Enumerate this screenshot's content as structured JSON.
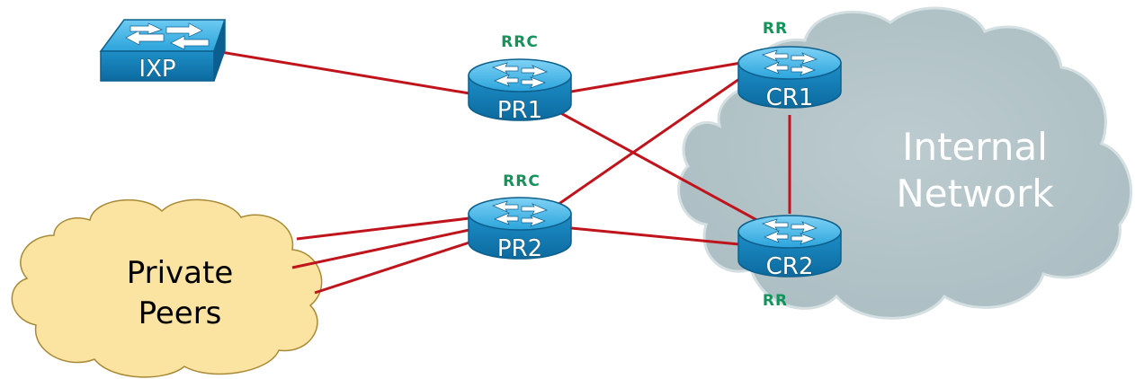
{
  "clouds": {
    "internal": {
      "line1": "Internal",
      "line2": "Network"
    },
    "private": {
      "line1": "Private",
      "line2": "Peers"
    }
  },
  "devices": {
    "ixp": "IXP",
    "pr1": "PR1",
    "pr2": "PR2",
    "cr1": "CR1",
    "cr2": "CR2"
  },
  "roles": {
    "pr1": "RRC",
    "pr2": "RRC",
    "cr1": "RR",
    "cr2": "RR"
  },
  "colors": {
    "link": "#c0141c",
    "internal_cloud_fill": "#b3c4c8",
    "internal_cloud_stroke": "#cdd9dc",
    "private_cloud_fill": "#fbe4a2",
    "private_cloud_stroke": "#a88935",
    "device_blue": "#1f93cf",
    "role_green": "#16935a"
  }
}
